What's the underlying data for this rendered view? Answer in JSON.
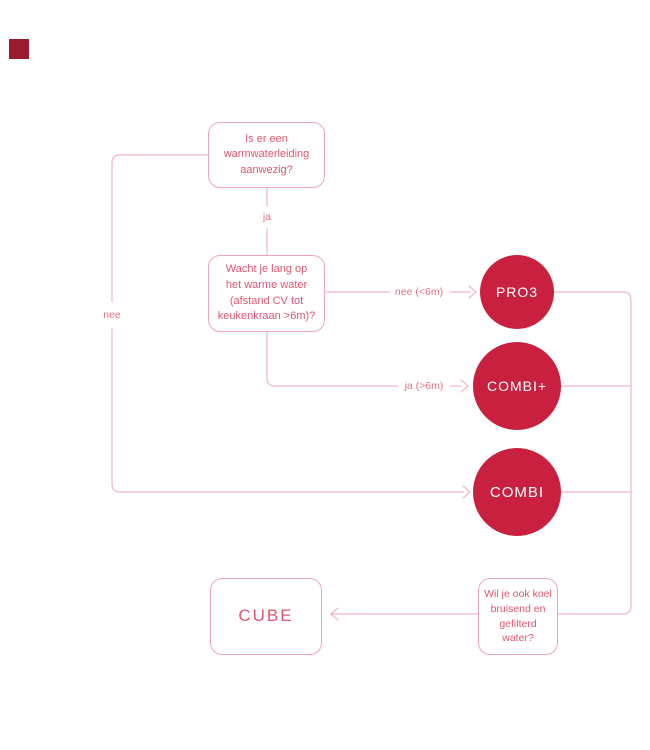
{
  "page": {
    "background": "#ffffff"
  },
  "logo": {
    "color": "#9b1b30"
  },
  "palette": {
    "line": "#f2b6c3",
    "box_border": "#f0a6b7",
    "box_text": "#e25570",
    "label_text": "#e57084",
    "circle_fill": "#c92040",
    "circle_text": "#ffffff"
  },
  "flowchart": {
    "questions": {
      "q1": "Is er een warmwaterleiding aanwezig?",
      "q2": "Wacht je lang op het warme water (afstand CV tot keukenkraan >6m)?",
      "q3": "Wil je ook koel bruisend en gefilterd water?"
    },
    "edge_labels": {
      "ja": "ja",
      "nee": "nee",
      "nee_lt6m": "nee (<6m)",
      "ja_gt6m": "ja (>6m)"
    },
    "results": {
      "pro3": "PRO3",
      "combi_plus": "COMBI+",
      "combi": "COMBI",
      "cube": "CUBE"
    }
  }
}
